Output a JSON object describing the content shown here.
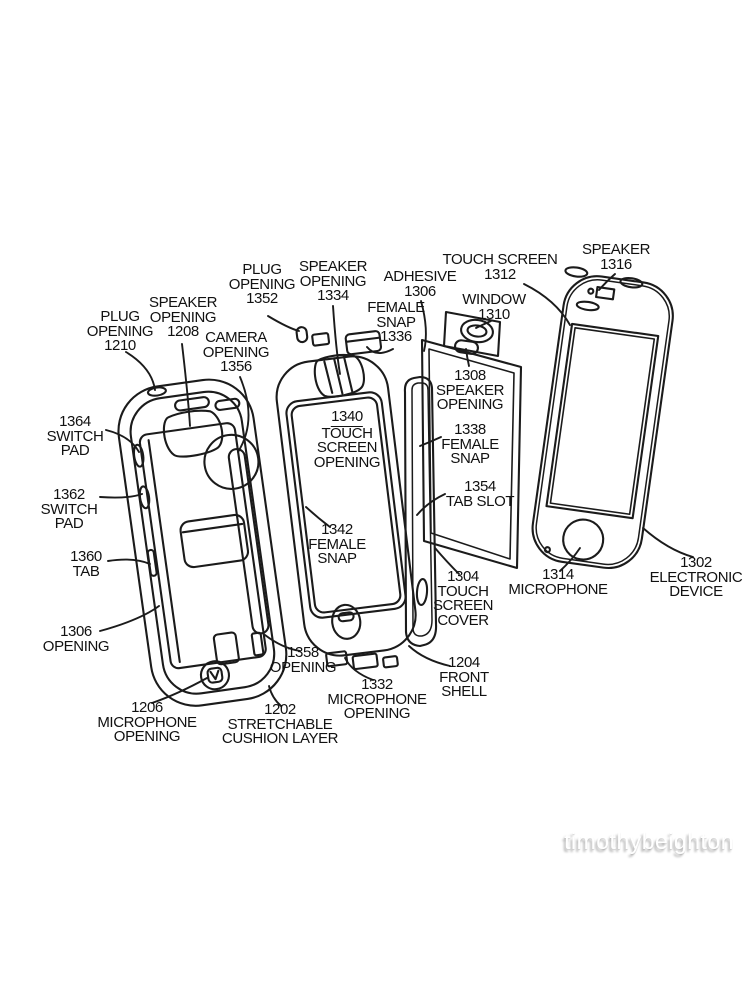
{
  "figure": {
    "type": "patent exploded-view diagram",
    "subject": "Protective cushion case, front shell, touch screen cover and electronic device",
    "line_color": "#1b1b1b",
    "background_color": "#ffffff"
  },
  "labels": {
    "plug_opening_1210": "PLUG\nOPENING\n1210",
    "speaker_opening_1208": "SPEAKER\nOPENING\n1208",
    "camera_opening_1356": "CAMERA\nOPENING\n1356",
    "plug_opening_1352": "PLUG\nOPENING\n1352",
    "speaker_opening_1334": "SPEAKER\nOPENING\n1334",
    "female_snap_1336": "FEMALE\nSNAP\n1336",
    "adhesive_1306": "ADHESIVE\n1306",
    "touch_screen_1312": "TOUCH SCREEN\n1312",
    "window_1310": "WINDOW\n1310",
    "speaker_1316": "SPEAKER\n1316",
    "switch_pad_1364": "1364\nSWITCH\nPAD",
    "switch_pad_1362": "1362\nSWITCH\nPAD",
    "tab_1360": "1360\nTAB",
    "opening_1306": "1306\nOPENING",
    "microphone_opening_1206": "1206\nMICROPHONE\nOPENING",
    "stretchable_cushion_layer_1202": "1202\nSTRETCHABLE\nCUSHION LAYER",
    "opening_1358": "1358\nOPENING",
    "microphone_opening_1332": "1332\nMICROPHONE\nOPENING",
    "front_shell_1204": "1204\nFRONT\nSHELL",
    "touch_screen_cover_1304": "1304\nTOUCH\nSCREEN\nCOVER",
    "microphone_1314": "1314\nMICROPHONE",
    "electronic_device_1302": "1302\nELECTRONIC\nDEVICE",
    "touch_screen_opening_1340_num": "1340",
    "touch_screen_opening_1340_rest": "TOUCH\nSCREEN\nOPENING",
    "female_snap_1342": "1342\nFEMALE\nSNAP",
    "speaker_opening_1308": "1308\nSPEAKER\nOPENING",
    "female_snap_1338": "1338\nFEMALE\nSNAP",
    "tab_slot_1354": "1354\nTAB SLOT"
  },
  "watermark": "timothybeighton"
}
